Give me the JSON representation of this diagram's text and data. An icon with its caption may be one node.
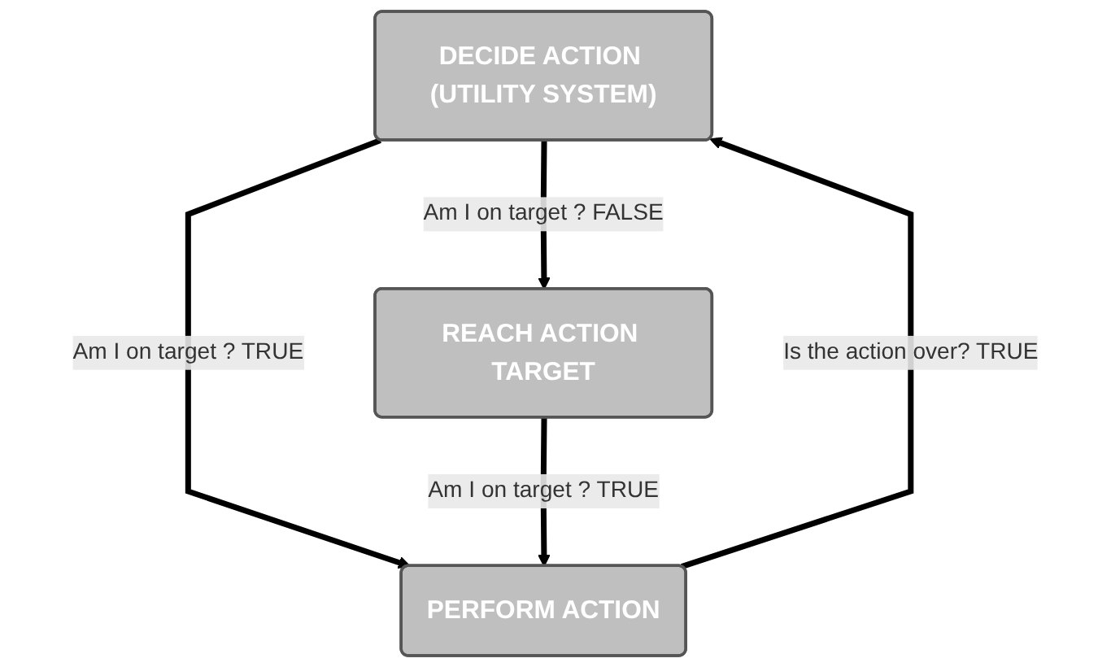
{
  "diagram": {
    "nodes": [
      {
        "text": [
          "DECIDE ACTION (UTILITY SYSTEM)"
        ]
      },
      {
        "text": [
          "REACH ACTION TARGET"
        ]
      },
      {
        "text": [
          "PERFORM ACTION"
        ]
      }
    ],
    "edges": [
      {
        "from": 0,
        "to": 1,
        "arrow": "to",
        "label": "Am I on target ? FALSE"
      },
      {
        "from": 0,
        "to": 2,
        "arrow": "to",
        "label": "Am I on target ? TRUE"
      },
      {
        "from": 2,
        "to": 0,
        "arrow": "to",
        "label": "Is the action over? TRUE"
      },
      {
        "from": 1,
        "to": 2,
        "arrow": "to",
        "label": "Am I on target ? TRUE"
      }
    ]
  }
}
